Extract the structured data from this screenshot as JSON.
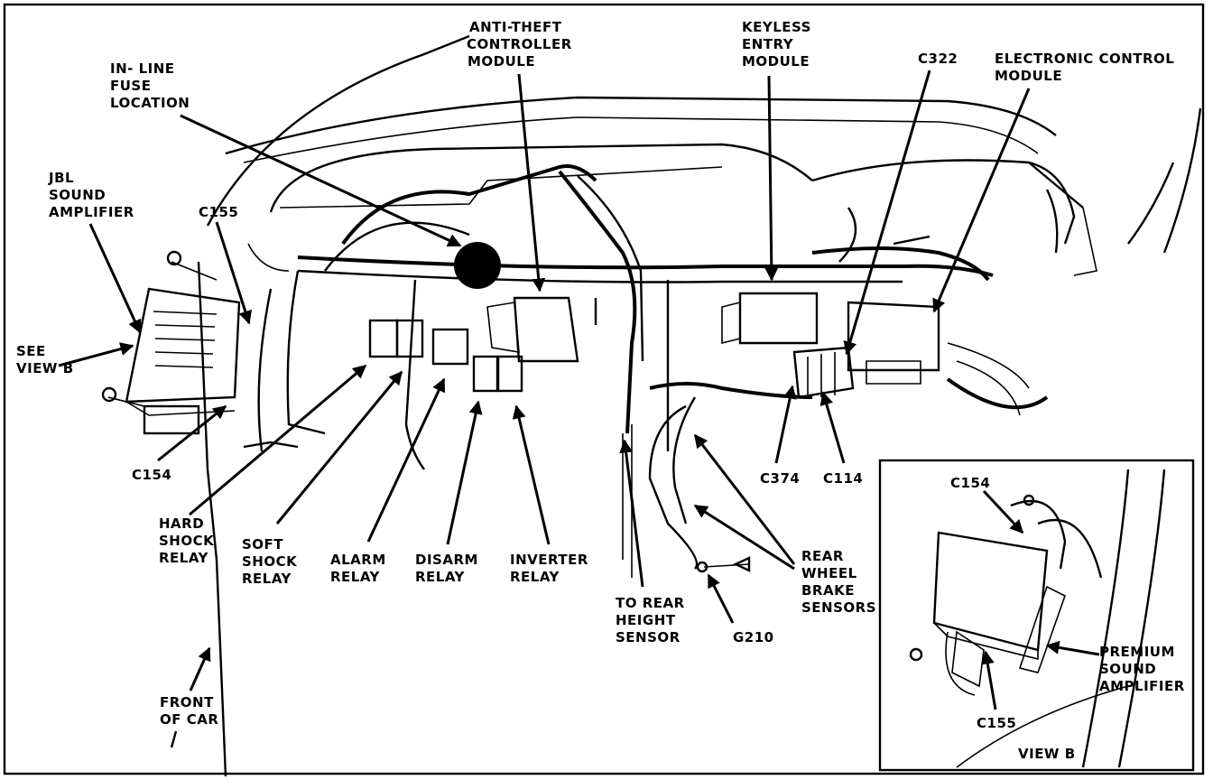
{
  "labels": {
    "anti_theft": [
      "ANTI-THEFT",
      "CONTROLLER",
      "MODULE"
    ],
    "keyless": [
      "KEYLESS",
      "ENTRY",
      "MODULE"
    ],
    "c322": "C322",
    "ecm": [
      "ELECTRONIC CONTROL",
      "MODULE"
    ],
    "inline_fuse": [
      "IN- LINE",
      "FUSE",
      "LOCATION"
    ],
    "jbl": [
      "JBL",
      "SOUND",
      "AMPLIFIER"
    ],
    "c155_main": "C155",
    "see_view_b": [
      "SEE",
      "VIEW B"
    ],
    "c154_main": "C154",
    "hard_shock": [
      "HARD",
      "SHOCK",
      "RELAY"
    ],
    "soft_shock": [
      "SOFT",
      "SHOCK",
      "RELAY"
    ],
    "alarm": [
      "ALARM",
      "RELAY"
    ],
    "disarm": [
      "DISARM",
      "RELAY"
    ],
    "inverter": [
      "INVERTER",
      "RELAY"
    ],
    "rear_height": [
      "TO REAR",
      "HEIGHT",
      "SENSOR"
    ],
    "g210": "G210",
    "rear_wheel": [
      "REAR",
      "WHEEL",
      "BRAKE",
      "SENSORS"
    ],
    "c374": "C374",
    "c114": "C114",
    "front": [
      "FRONT",
      "OF CAR"
    ],
    "inset_c154": "C154",
    "premium": [
      "PREMIUM",
      "SOUND",
      "AMPLIFIER"
    ],
    "inset_c155": "C155",
    "view_b": "VIEW B"
  }
}
